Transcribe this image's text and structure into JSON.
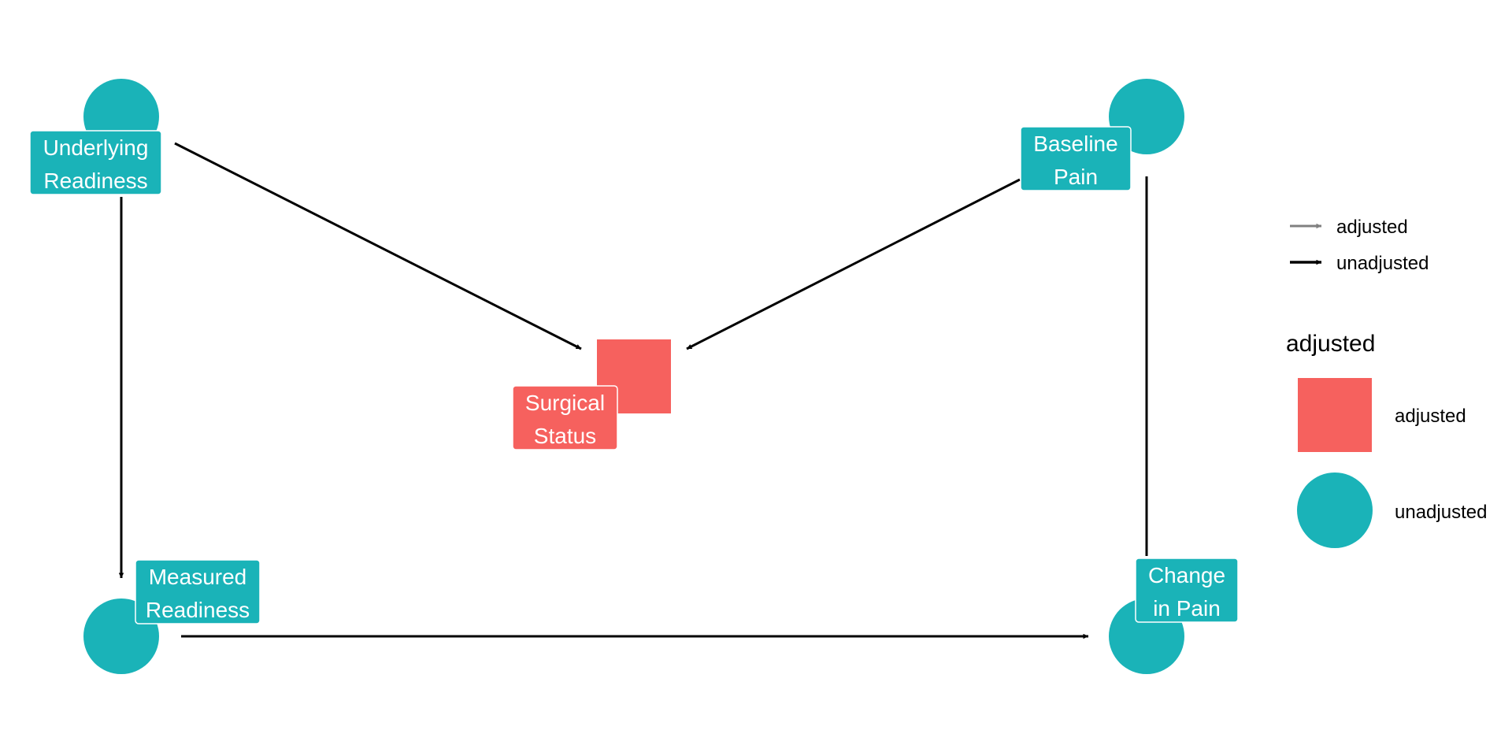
{
  "colors": {
    "adjusted": "#F6615E",
    "unadjusted": "#1AB3B8",
    "edge": "#000000",
    "edge_adjusted": "#808080"
  },
  "nodes": [
    {
      "id": "underlying_readiness",
      "lines": [
        "Underlying",
        "Readiness"
      ],
      "status": "unadjusted",
      "shape": "circle"
    },
    {
      "id": "baseline_pain",
      "lines": [
        "Baseline",
        "Pain"
      ],
      "status": "unadjusted",
      "shape": "circle"
    },
    {
      "id": "surgical_status",
      "lines": [
        "Surgical",
        "Status"
      ],
      "status": "adjusted",
      "shape": "square"
    },
    {
      "id": "measured_readiness",
      "lines": [
        "Measured",
        "Readiness"
      ],
      "status": "unadjusted",
      "shape": "circle"
    },
    {
      "id": "change_in_pain",
      "lines": [
        "Change",
        "in Pain"
      ],
      "status": "unadjusted",
      "shape": "circle"
    }
  ],
  "edges": [
    {
      "from": "underlying_readiness",
      "to": "surgical_status",
      "arrow": true
    },
    {
      "from": "baseline_pain",
      "to": "surgical_status",
      "arrow": true
    },
    {
      "from": "underlying_readiness",
      "to": "measured_readiness",
      "arrow": true
    },
    {
      "from": "measured_readiness",
      "to": "change_in_pain",
      "arrow": true
    },
    {
      "from": "baseline_pain",
      "to": "change_in_pain",
      "arrow": false
    }
  ],
  "legend": {
    "edges": {
      "adjusted": "adjusted",
      "unadjusted": "unadjusted"
    },
    "nodes": {
      "title": "adjusted",
      "adjusted": "adjusted",
      "unadjusted": "unadjusted"
    }
  }
}
